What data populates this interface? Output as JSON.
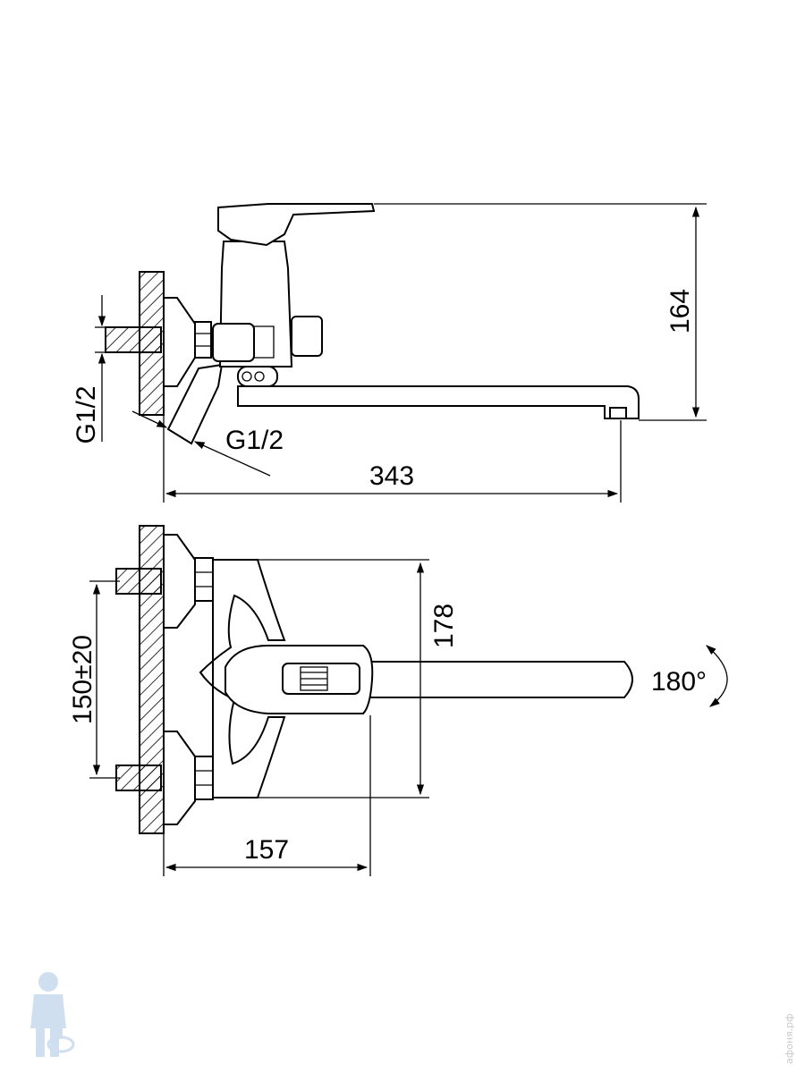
{
  "dimensions": {
    "height_top": "164",
    "length_spout": "343",
    "thread_inlet": "G1/2",
    "thread_outlet": "G1/2",
    "height_body": "178",
    "inlet_spacing": "150±20",
    "depth_body": "157",
    "swivel_angle": "180°"
  },
  "watermark": {
    "site": "афоня.рф"
  }
}
